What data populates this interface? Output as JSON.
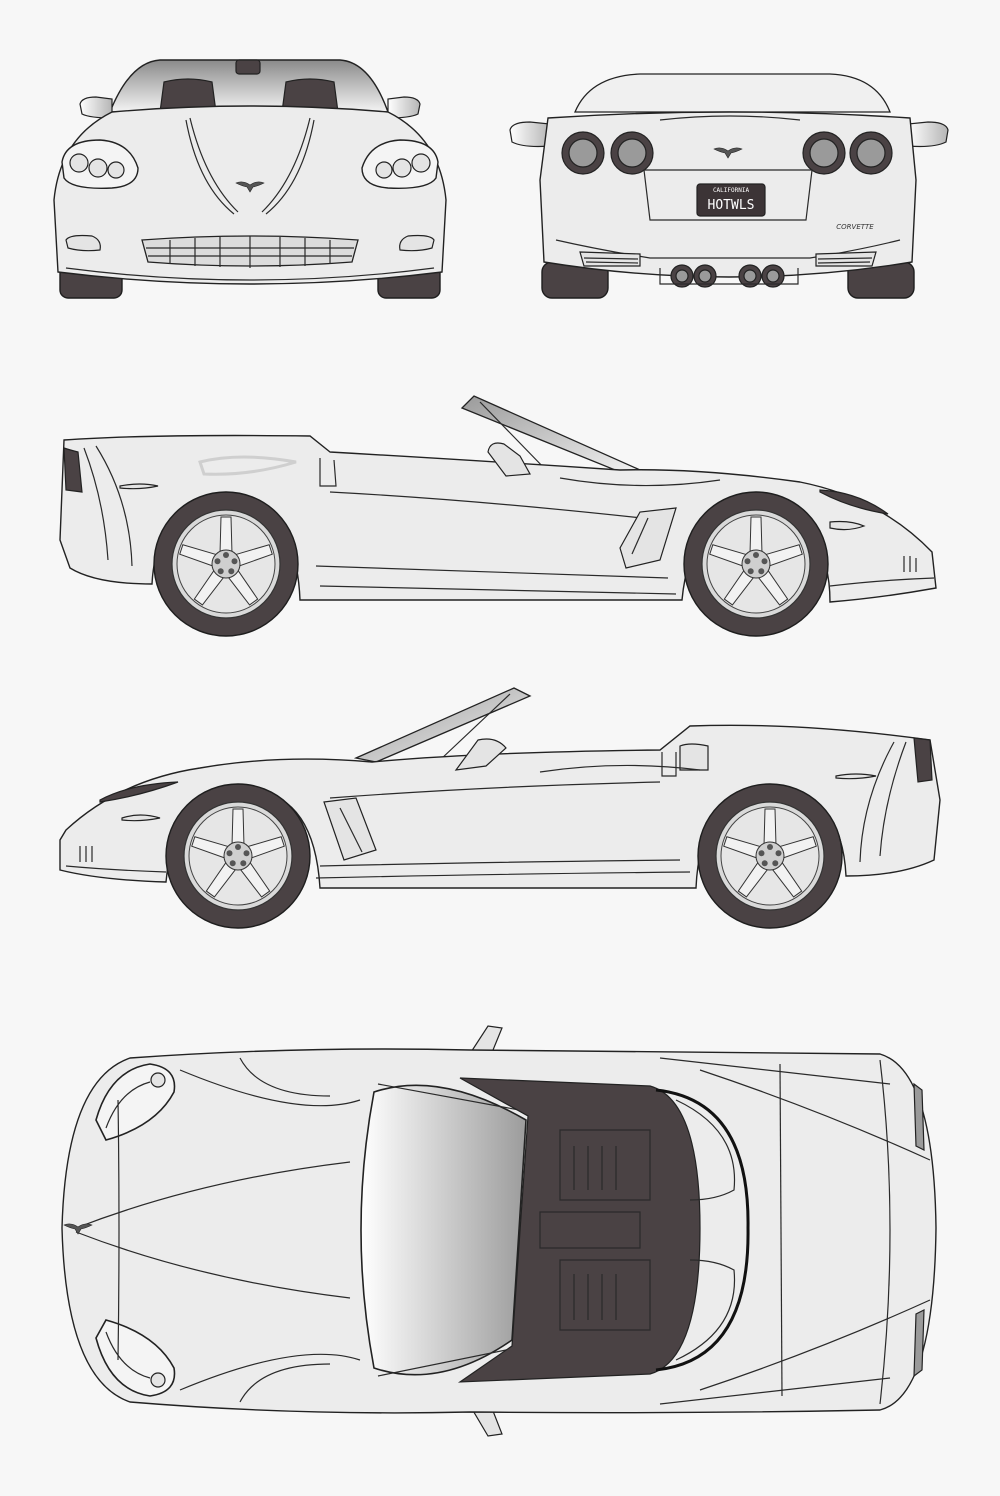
{
  "plate": {
    "state": "CALIFORNIA",
    "number": "HOTWLS"
  },
  "rear_badge": "CORVETTE",
  "colors": {
    "background": "#f7f7f7",
    "body": "#ececec",
    "interior": "#4a4244",
    "tire": "#4a4244",
    "outline": "#222222"
  },
  "views": [
    "front-view",
    "rear-view",
    "left-side-view",
    "right-side-view",
    "top-view"
  ]
}
